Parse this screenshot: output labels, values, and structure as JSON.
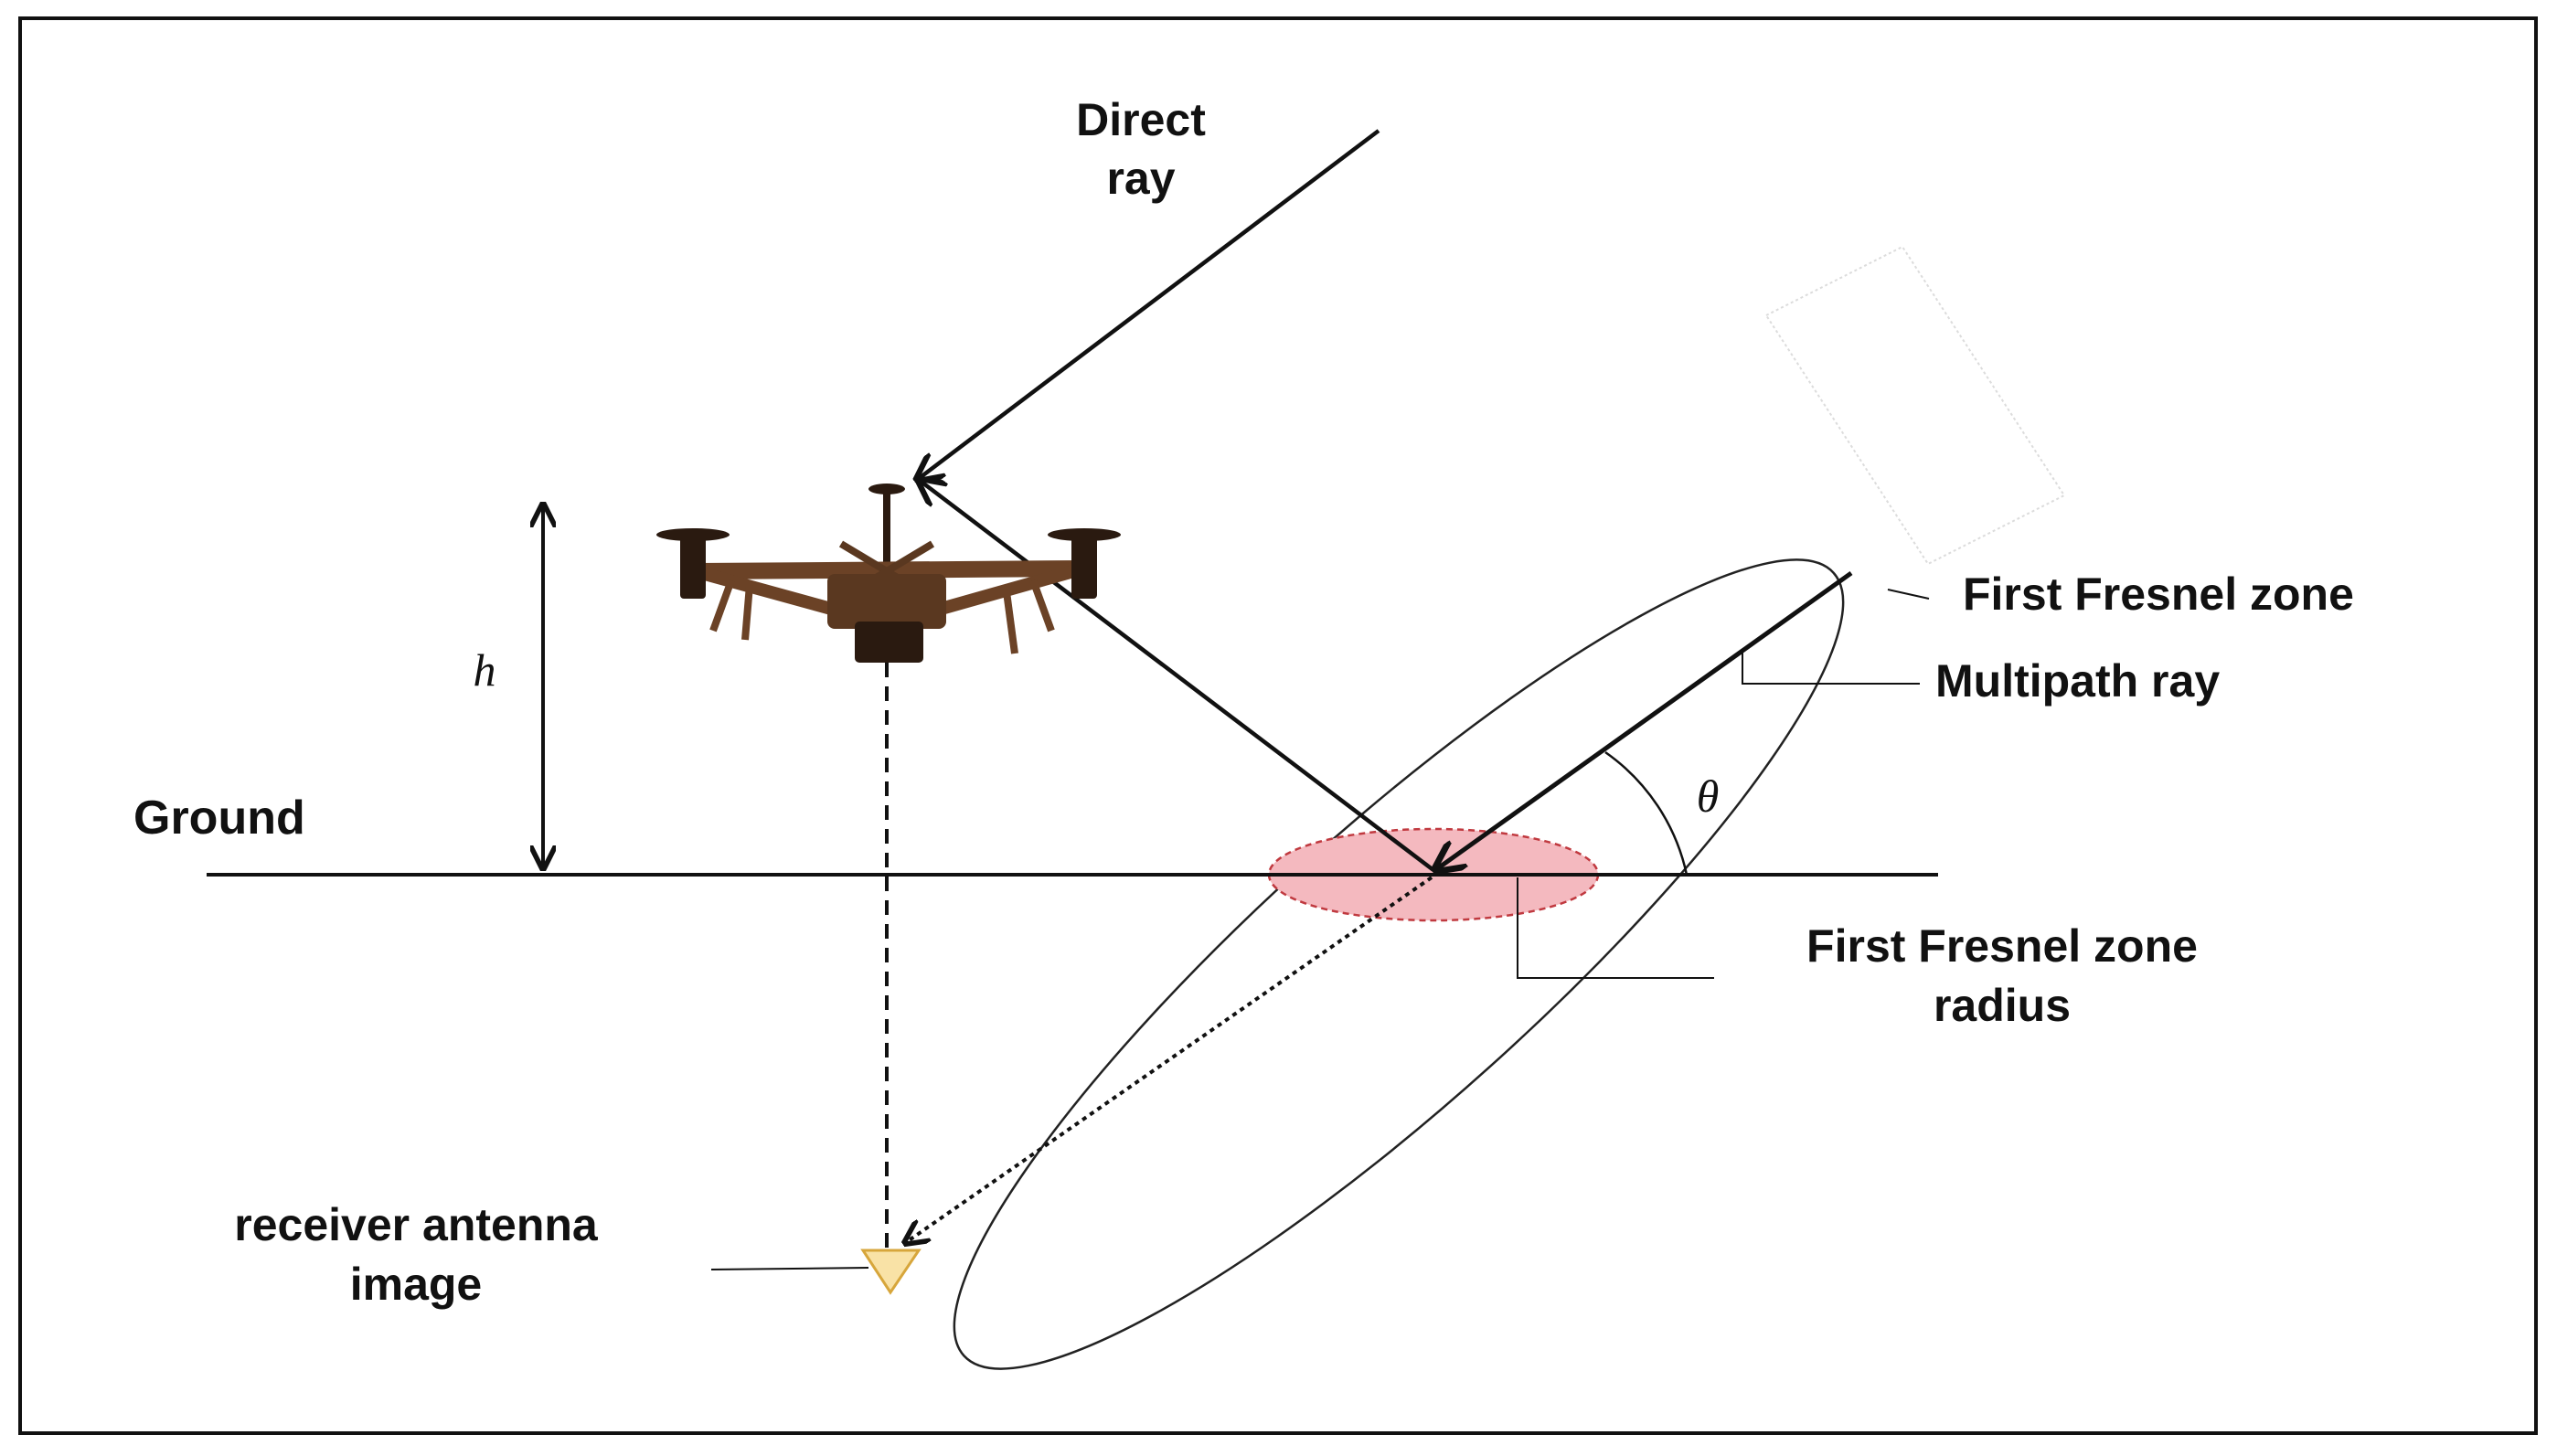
{
  "labels": {
    "direct_ray_line1": "Direct",
    "direct_ray_line2": "ray",
    "height": "h",
    "ground": "Ground",
    "first_fresnel_zone": "First Fresnel zone",
    "multipath_ray": "Multipath ray",
    "theta": "θ",
    "fresnel_radius_line1": "First Fresnel zone",
    "fresnel_radius_line2": "radius",
    "receiver_line1": "receiver antenna",
    "receiver_line2": "image"
  },
  "colors": {
    "line": "#111111",
    "fresnel_radius_fill": "#f4b9bf",
    "fresnel_radius_stroke": "#c0393f",
    "antenna_fill": "#f9e2a6",
    "antenna_stroke": "#d7a63b",
    "drone_body": "#6b4226",
    "drone_dark": "#2a1a10"
  },
  "icons": {
    "drone": "quadcopter-drone-icon",
    "antenna": "receiver-antenna-triangle-icon"
  }
}
